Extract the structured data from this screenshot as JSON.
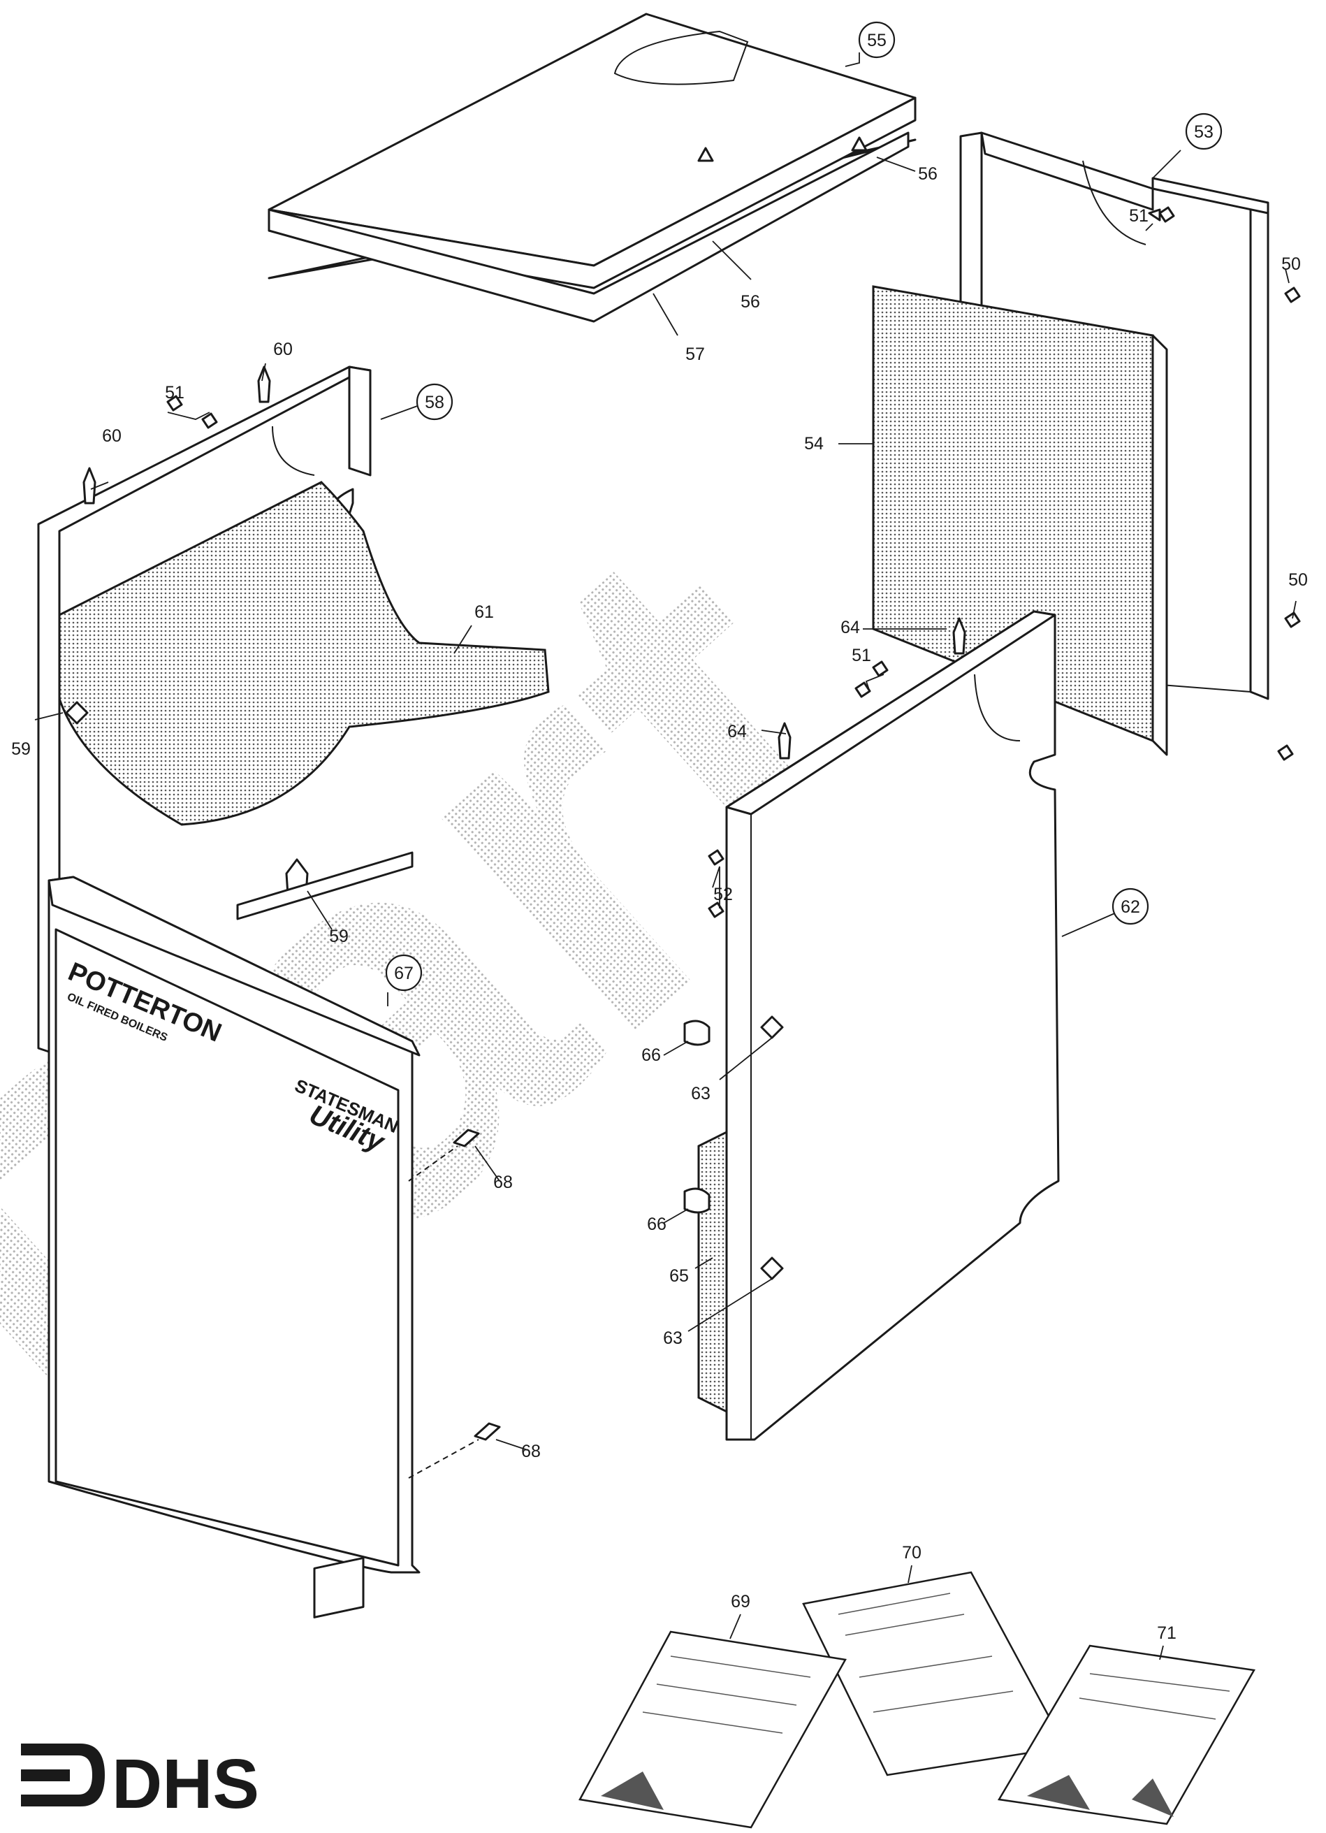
{
  "watermark": {
    "text": "Part"
  },
  "branding": {
    "logo_text": "DHS",
    "front_brand": "POTTERTON",
    "front_brand_sub": "OIL FIRED BOILERS",
    "front_model": "STATESMAN",
    "front_model_sub": "Utility"
  },
  "callouts": {
    "c55": "55",
    "c53": "53",
    "c56a": "56",
    "c56b": "56",
    "c51a": "51",
    "c50a": "50",
    "c57": "57",
    "c60a": "60",
    "c51b": "51",
    "c58": "58",
    "c60b": "60",
    "c54": "54",
    "c61": "61",
    "c50b": "50",
    "c64a": "64",
    "c51c": "51",
    "c59a": "59",
    "c64b": "64",
    "c52": "52",
    "c62": "62",
    "c59b": "59",
    "c67": "67",
    "c66a": "66",
    "c63a": "63",
    "c68a": "68",
    "c66b": "66",
    "c65": "65",
    "c63b": "63",
    "c68b": "68",
    "c70": "70",
    "c69": "69",
    "c71": "71"
  }
}
